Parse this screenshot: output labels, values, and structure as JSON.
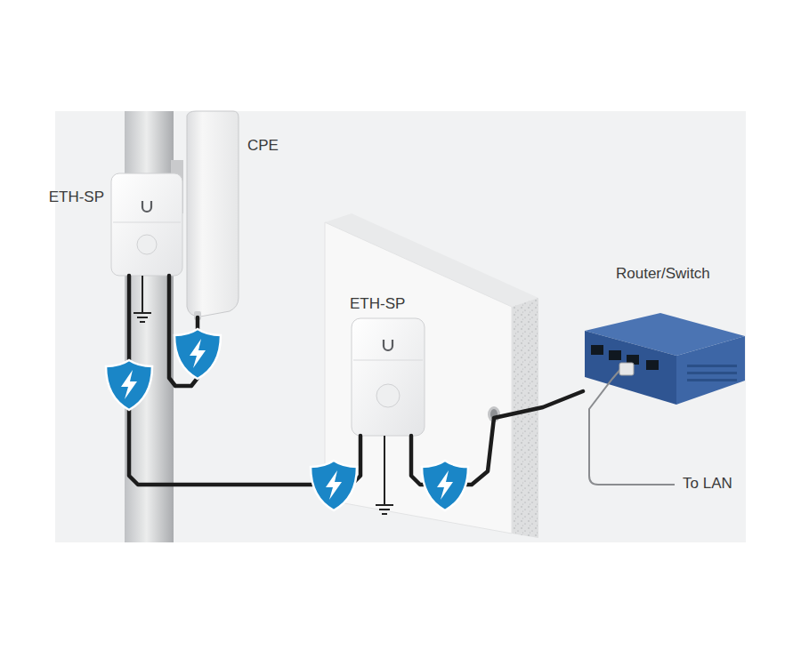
{
  "diagram": {
    "nodes": [
      {
        "text": [
          "CPE"
        ]
      },
      {
        "text": [
          "ETH-SP"
        ]
      },
      {
        "text": [
          "ETH-SP"
        ]
      },
      {
        "text": [
          "Router/Switch"
        ]
      }
    ],
    "edges": [
      {
        "from": 0,
        "to": 1,
        "arrow": "none"
      },
      {
        "from": 1,
        "to": 2,
        "arrow": "none"
      },
      {
        "from": 2,
        "to": 3,
        "arrow": "none"
      }
    ],
    "labels": [
      "To LAN"
    ]
  }
}
